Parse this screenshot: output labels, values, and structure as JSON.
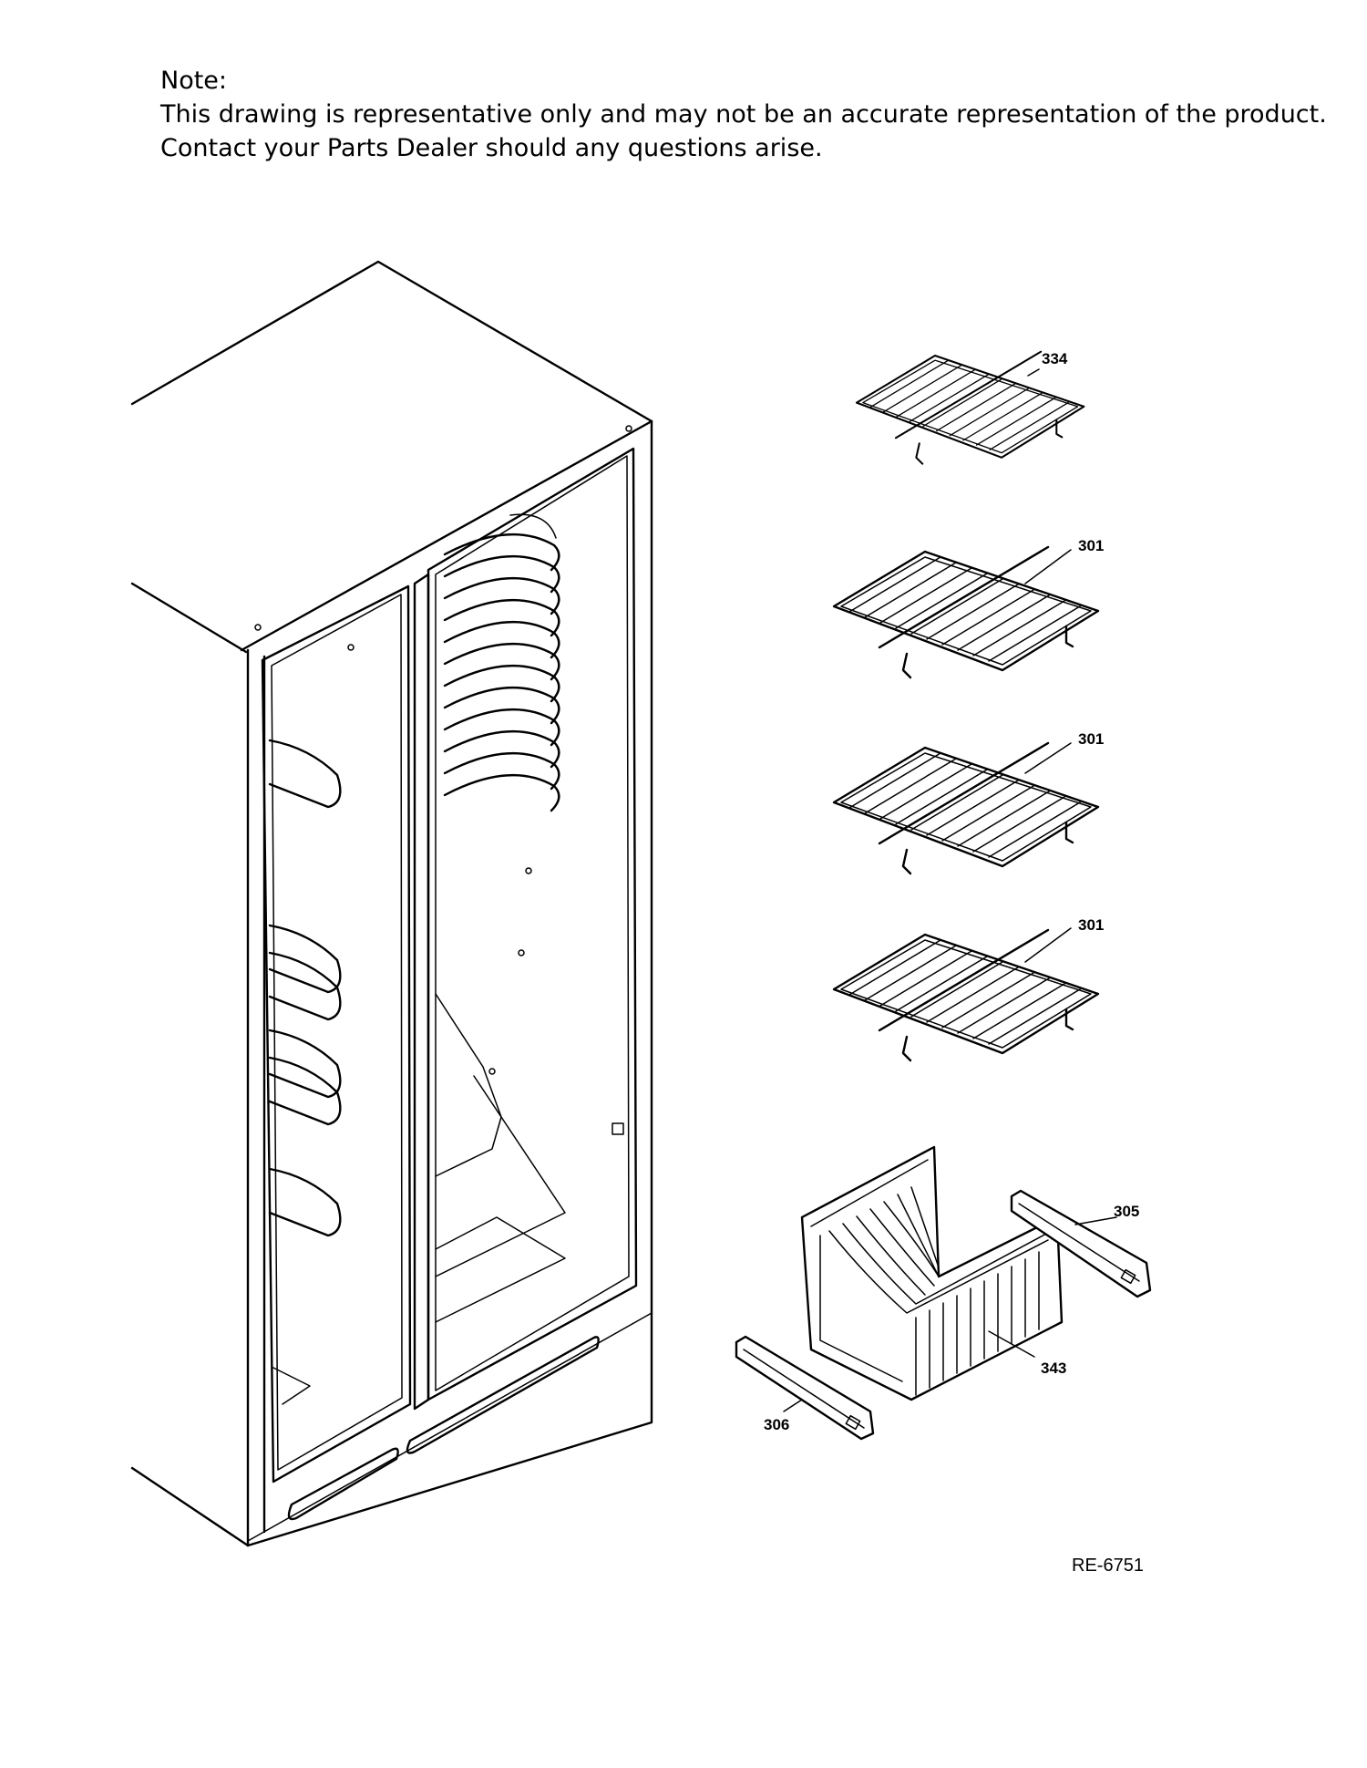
{
  "note": {
    "heading": "Note:",
    "line1": "This drawing is representative only and may not be an accurate representation of the product.",
    "line2": "Contact your Parts Dealer should any questions arise."
  },
  "callouts": {
    "p334": "334",
    "p301a": "301",
    "p301b": "301",
    "p301c": "301",
    "p305": "305",
    "p343": "343",
    "p306": "306"
  },
  "reference_code": "RE-6751"
}
